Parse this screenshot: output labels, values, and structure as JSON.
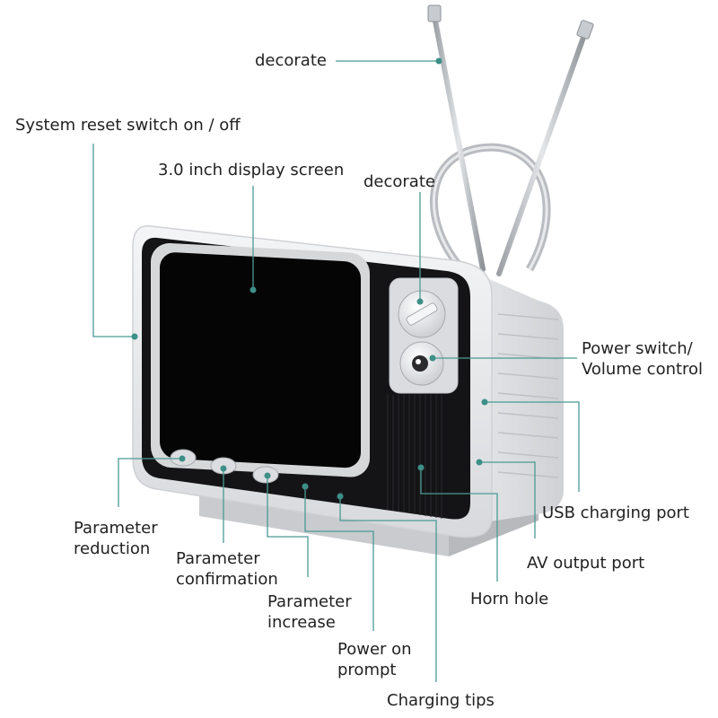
{
  "colors": {
    "leader": "#4a9a94",
    "dot": "#3d8f88",
    "body": "#e9eaec",
    "bezel": "#141416",
    "screen": "#050505",
    "antenna": "#c2c5c9"
  },
  "labels": {
    "decorate_top": "decorate",
    "system_reset": "System reset switch on / off",
    "display_screen": "3.0 inch display screen",
    "decorate_knob": "decorate",
    "power_switch_line1": "Power switch/",
    "power_switch_line2": "Volume control",
    "usb_port": "USB charging port",
    "av_port": "AV output port",
    "horn_hole": "Horn hole",
    "param_reduction_line1": "Parameter",
    "param_reduction_line2": "reduction",
    "param_confirmation_line1": "Parameter",
    "param_confirmation_line2": "confirmation",
    "param_increase_line1": "Parameter",
    "param_increase_line2": "increase",
    "power_prompt_line1": "Power on",
    "power_prompt_line2": "prompt",
    "charging_tips": "Charging tips"
  }
}
